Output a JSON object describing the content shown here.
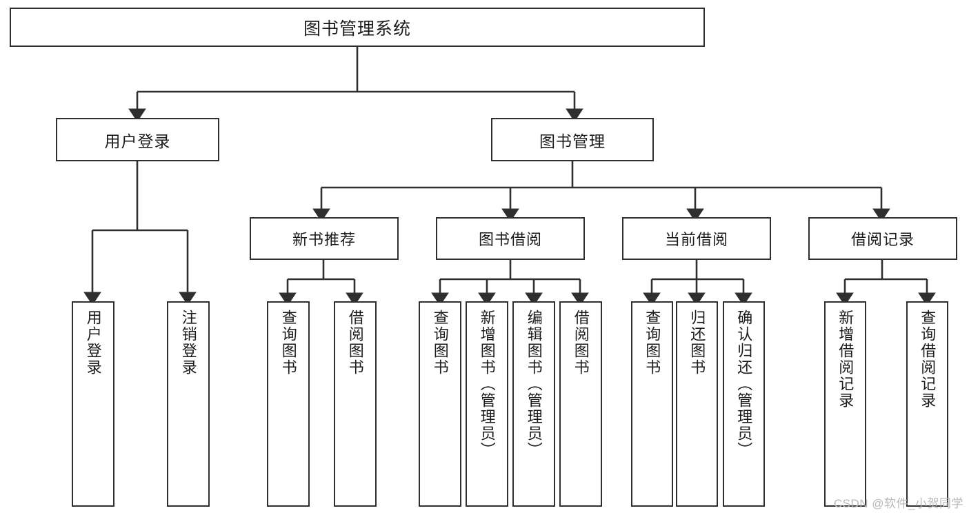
{
  "diagram": {
    "type": "tree",
    "title": "图书管理系统",
    "watermark": "CSDN @软件_小贺同学",
    "colors": {
      "box_border": "#2f2f2f",
      "box_fill": "#ffffff",
      "connector": "#2f2f2f",
      "background": "#ffffff",
      "watermark": "#b9b9b9"
    },
    "root": {
      "label": "图书管理系统"
    },
    "level2": [
      {
        "label": "用户登录"
      },
      {
        "label": "图书管理"
      }
    ],
    "level3": [
      {
        "label": "新书推荐"
      },
      {
        "label": "图书借阅"
      },
      {
        "label": "当前借阅"
      },
      {
        "label": "借阅记录"
      }
    ],
    "leaves": {
      "user_login": [
        {
          "label": "用户登录"
        },
        {
          "label": "注销登录"
        }
      ],
      "new_book": [
        {
          "label": "查询图书"
        },
        {
          "label": "借阅图书"
        }
      ],
      "book_borrow": [
        {
          "label": "查询图书"
        },
        {
          "label": "新增图书（管理员）"
        },
        {
          "label": "编辑图书（管理员）"
        },
        {
          "label": "借阅图书"
        }
      ],
      "current_borrow": [
        {
          "label": "查询图书"
        },
        {
          "label": "归还图书"
        },
        {
          "label": "确认归还（管理员）"
        }
      ],
      "borrow_record": [
        {
          "label": "新增借阅记录"
        },
        {
          "label": "查询借阅记录"
        }
      ]
    }
  }
}
